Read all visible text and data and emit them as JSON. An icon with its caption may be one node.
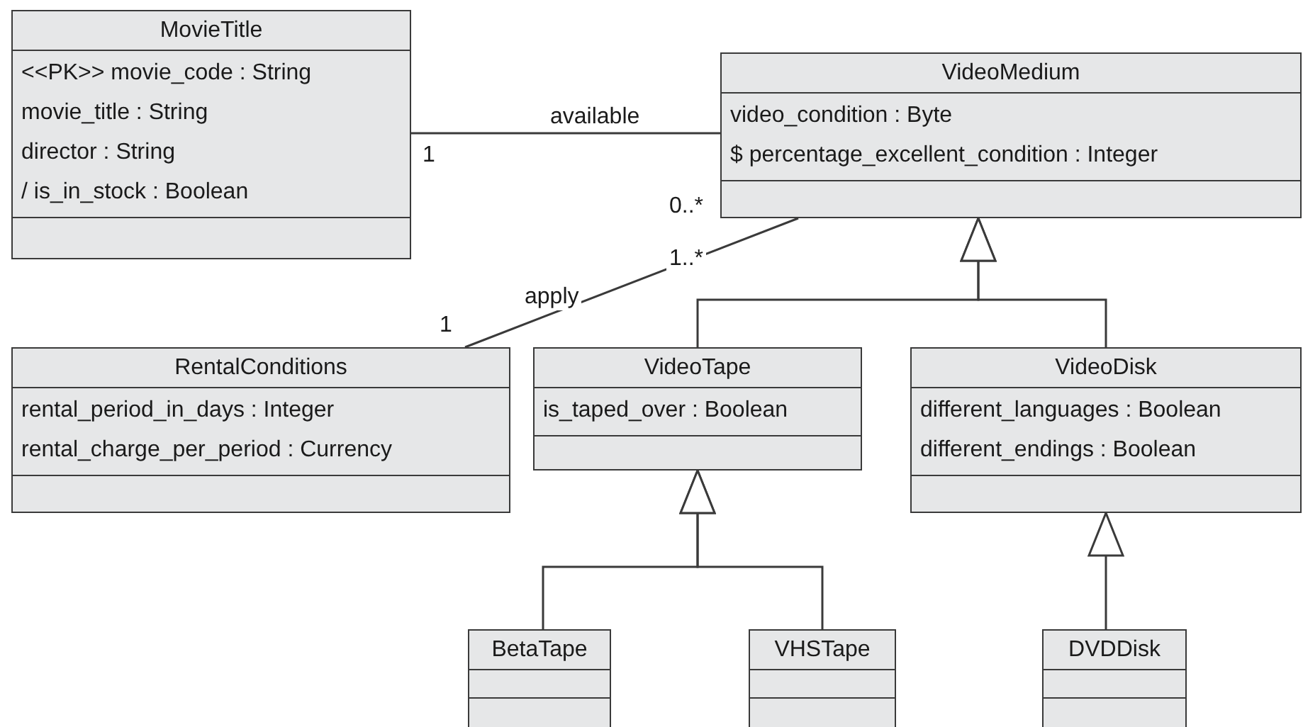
{
  "diagram": {
    "nodes": [
      {
        "text": [
          "MovieTitle",
          "<<PK>> movie_code : String",
          "movie_title : String",
          "director : String",
          "/ is_in_stock : Boolean"
        ]
      },
      {
        "text": [
          "VideoMedium",
          "video_condition : Byte",
          "$ percentage_excellent_condition : Integer"
        ]
      },
      {
        "text": [
          "RentalConditions",
          "rental_period_in_days : Integer",
          "rental_charge_per_period : Currency"
        ]
      },
      {
        "text": [
          "VideoTape",
          "is_taped_over : Boolean"
        ]
      },
      {
        "text": [
          "VideoDisk",
          "different_languages : Boolean",
          "different_endings : Boolean"
        ]
      },
      {
        "text": [
          "BetaTape"
        ]
      },
      {
        "text": [
          "VHSTape"
        ]
      },
      {
        "text": [
          "DVDDisk"
        ]
      }
    ],
    "edges": [
      {
        "from": 0,
        "to": 1,
        "arrow": "none",
        "label": "available"
      },
      {
        "from": 1,
        "to": 2,
        "arrow": "none",
        "label": "apply"
      },
      {
        "from": 3,
        "to": 1,
        "arrow": "to"
      },
      {
        "from": 4,
        "to": 1,
        "arrow": "to"
      },
      {
        "from": 5,
        "to": 3,
        "arrow": "to"
      },
      {
        "from": 6,
        "to": 3,
        "arrow": "to"
      },
      {
        "from": 7,
        "to": 4,
        "arrow": "to"
      }
    ],
    "labels": [
      "1",
      "0..*",
      "1..*",
      "1"
    ]
  }
}
